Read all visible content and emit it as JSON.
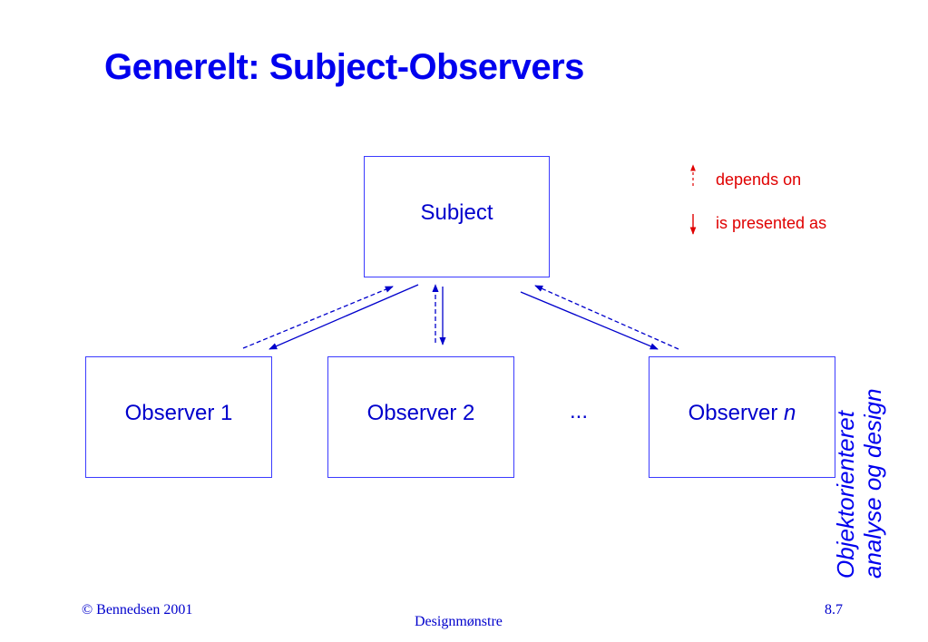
{
  "slide": {
    "title": "Generelt: Subject-Observers"
  },
  "diagram": {
    "subject_label": "Subject",
    "observers": [
      {
        "prefix": "Observer ",
        "suffix": "1"
      },
      {
        "prefix": "Observer ",
        "suffix": "2"
      },
      {
        "prefix": "Observer ",
        "suffix": "n"
      }
    ],
    "ellipsis": "...",
    "colors": {
      "box_border": "#3b3bff",
      "arrow": "#0000cc",
      "legend": "#e00000"
    }
  },
  "legend": {
    "depends_on": "depends on",
    "presented_as": "is presented as"
  },
  "sidebar": {
    "line1": "Objektorienteret",
    "line2": "analyse og design"
  },
  "footer": {
    "copyright": "© Bennedsen 2001",
    "topic": "Designmønstre",
    "page": "8.7"
  }
}
